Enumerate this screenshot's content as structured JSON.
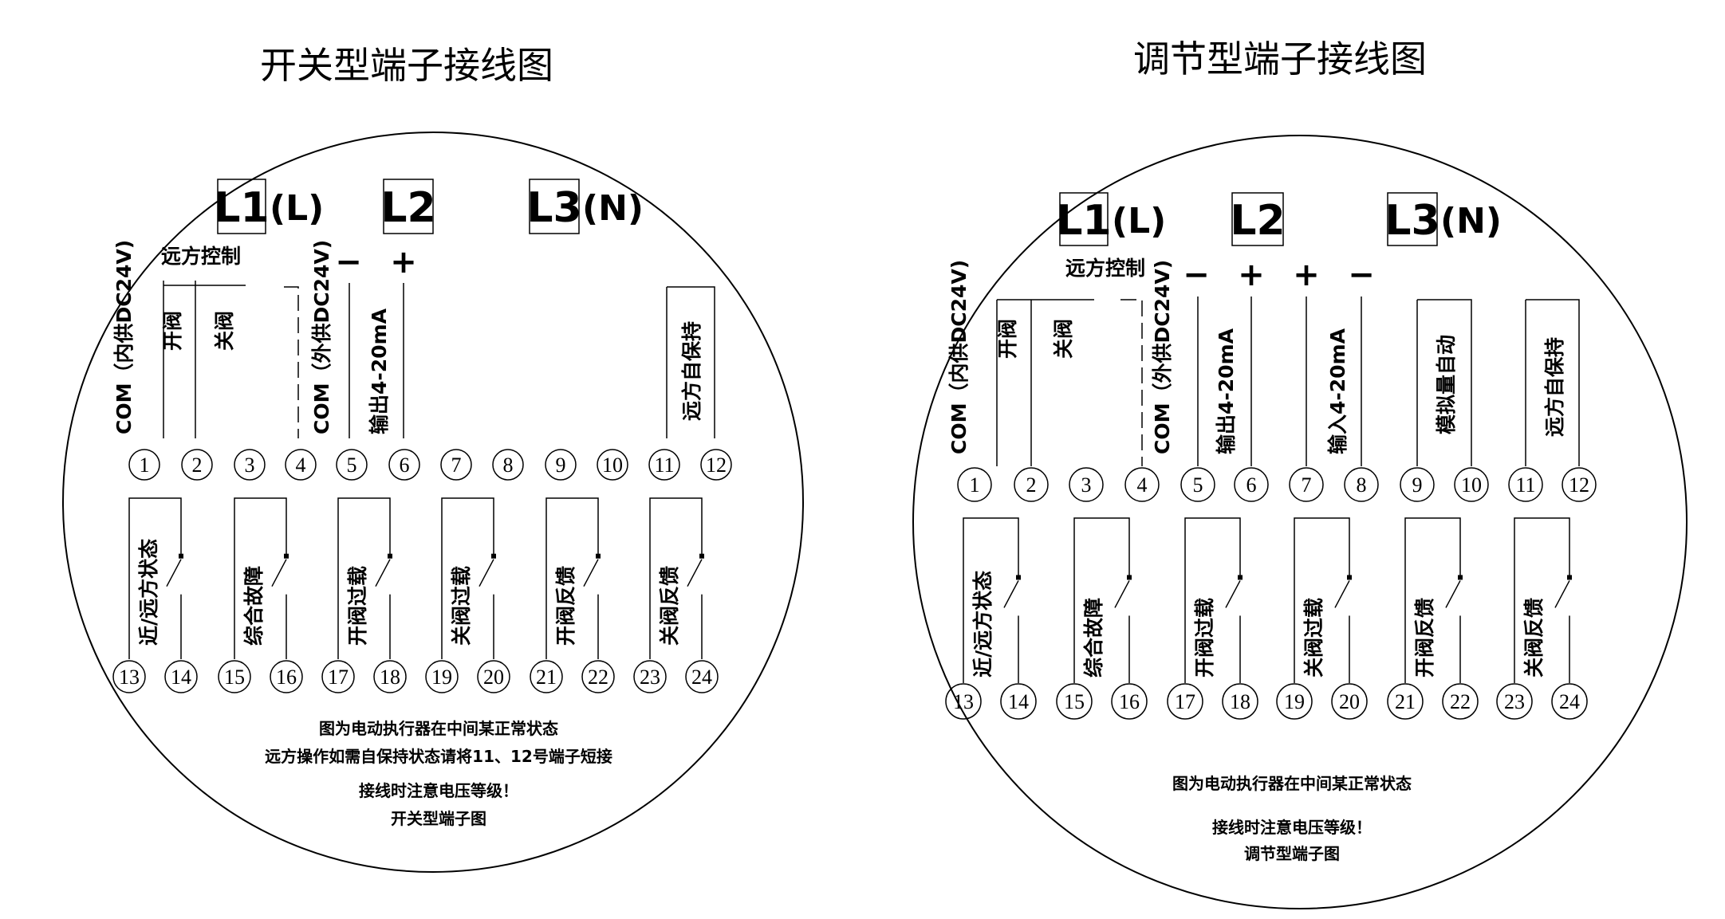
{
  "diagrams": [
    {
      "title": "开关型端子接线图",
      "l1": "L1",
      "l1_suffix": "(L)",
      "l2": "L2",
      "l3": "L3",
      "l3_suffix": "(N)",
      "remote_control": "远方控制",
      "com_internal": "COM（内供DC24V)",
      "open_valve": "开阀",
      "close_valve": "关阀",
      "com_external": "COM（外供DC24V)",
      "output_signal": "输出4-20mA",
      "minus_1": "−",
      "plus_1": "+",
      "remote_self_hold": "远方自保持",
      "terminals_top": [
        "1",
        "2",
        "3",
        "4",
        "5",
        "6",
        "7",
        "8",
        "9",
        "10",
        "11",
        "12"
      ],
      "terminals_bottom": [
        "13",
        "14",
        "15",
        "16",
        "17",
        "18",
        "19",
        "20",
        "21",
        "22",
        "23",
        "24"
      ],
      "relay_labels": [
        "近/远方状态",
        "综合故障",
        "开阀过载",
        "关阀过载",
        "开阀反馈",
        "关阀反馈"
      ],
      "notes": [
        "图为电动执行器在中间某正常状态",
        "远方操作如需自保持状态请将11、12号端子短接",
        "接线时注意电压等级！",
        "开关型端子图"
      ]
    },
    {
      "title": "调节型端子接线图",
      "l1": "L1",
      "l1_suffix": "(L)",
      "l2": "L2",
      "l3": "L3",
      "l3_suffix": "(N)",
      "remote_control": "远方控制",
      "com_internal": "COM（内供DC24V)",
      "open_valve": "开阀",
      "close_valve": "关阀",
      "com_external": "COM（外供DC24V)",
      "output_signal": "输出4-20mA",
      "input_signal": "输入4-20mA",
      "analog_auto": "模拟量自动",
      "minus_1": "−",
      "plus_1": "+",
      "plus_2": "+",
      "minus_2": "−",
      "remote_self_hold": "远方自保持",
      "terminals_top": [
        "1",
        "2",
        "3",
        "4",
        "5",
        "6",
        "7",
        "8",
        "9",
        "10",
        "11",
        "12"
      ],
      "terminals_bottom": [
        "13",
        "14",
        "15",
        "16",
        "17",
        "18",
        "19",
        "20",
        "21",
        "22",
        "23",
        "24"
      ],
      "relay_labels": [
        "近/远方状态",
        "综合故障",
        "开阀过载",
        "关阀过载",
        "开阀反馈",
        "关阀反馈"
      ],
      "notes": [
        "图为电动执行器在中间某正常状态",
        "接线时注意电压等级！",
        "调节型端子图"
      ]
    }
  ]
}
